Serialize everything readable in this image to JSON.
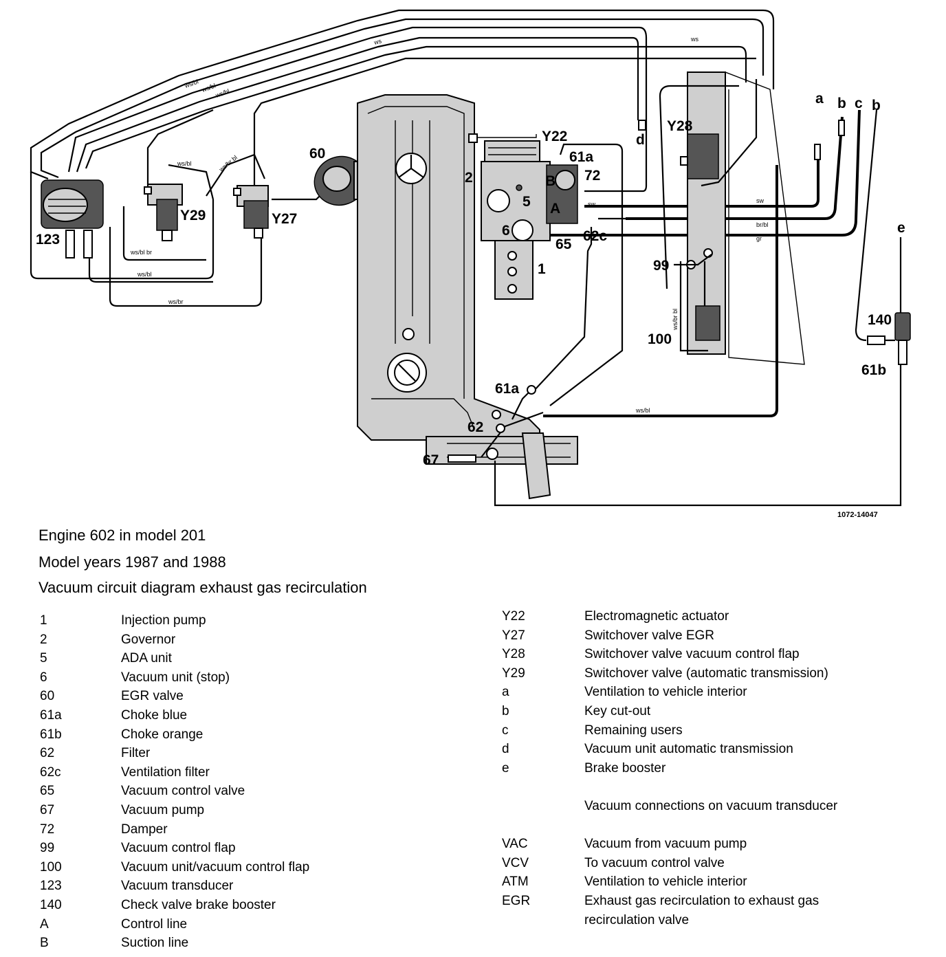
{
  "diagram": {
    "labels": {
      "c123": "123",
      "cY29": "Y29",
      "cY27": "Y27",
      "c60": "60",
      "cY22": "Y22",
      "c2": "2",
      "c5": "5",
      "c6": "6",
      "c1": "1",
      "c61a_top": "61a",
      "c72": "72",
      "cB": "B",
      "cA": "A",
      "c65": "65",
      "c62c": "62c",
      "cd": "d",
      "cY28": "Y28",
      "c99": "99",
      "c100": "100",
      "ca": "a",
      "cb1": "b",
      "cc": "c",
      "cb2": "b",
      "ce": "e",
      "c140": "140",
      "c61b": "61b",
      "c61a_bottom": "61a",
      "c62": "62",
      "c67": "67"
    },
    "wire_colors": {
      "w1": "ws/bl",
      "w2": "ws/bl",
      "w3": "ws/bl",
      "w4": "ws/br",
      "w5": "ws/bl",
      "w6": "ws/bl br",
      "w7": "ws",
      "w8": "ws",
      "w9": "ws",
      "w10": "sw",
      "w11": "sw",
      "w12": "br/bl",
      "w13": "gr",
      "w14": "ws/bl",
      "w15": "ws/br bl"
    },
    "doc_number": "1072-14047"
  },
  "title": {
    "line1": "Engine 602 in model 201",
    "line2": "Model years 1987 and 1988",
    "line3": "Vacuum circuit diagram exhaust gas recirculation"
  },
  "legend_left": [
    {
      "key": "1",
      "text": "Injection pump"
    },
    {
      "key": "2",
      "text": "Governor"
    },
    {
      "key": "5",
      "text": "ADA unit"
    },
    {
      "key": "6",
      "text": "Vacuum unit (stop)"
    },
    {
      "key": "60",
      "text": "EGR valve"
    },
    {
      "key": "61a",
      "text": "Choke blue"
    },
    {
      "key": "61b",
      "text": "Choke orange"
    },
    {
      "key": "62",
      "text": "Filter"
    },
    {
      "key": "62c",
      "text": "Ventilation filter"
    },
    {
      "key": "65",
      "text": "Vacuum control valve"
    },
    {
      "key": "67",
      "text": "Vacuum pump"
    },
    {
      "key": "72",
      "text": "Damper"
    },
    {
      "key": "99",
      "text": "Vacuum control flap"
    },
    {
      "key": "100",
      "text": "Vacuum unit/vacuum control flap"
    },
    {
      "key": "123",
      "text": "Vacuum transducer"
    },
    {
      "key": "140",
      "text": "Check valve brake booster"
    },
    {
      "key": "A",
      "text": "Control line"
    },
    {
      "key": "B",
      "text": "Suction line"
    }
  ],
  "legend_right": [
    {
      "key": "Y22",
      "text": "Electromagnetic actuator"
    },
    {
      "key": "Y27",
      "text": "Switchover valve EGR"
    },
    {
      "key": "Y28",
      "text": "Switchover valve vacuum control flap"
    },
    {
      "key": "Y29",
      "text": "Switchover valve (automatic transmission)"
    },
    {
      "key": "a",
      "text": "Ventilation to vehicle interior"
    },
    {
      "key": "b",
      "text": "Key cut-out"
    },
    {
      "key": "c",
      "text": "Remaining users"
    },
    {
      "key": "d",
      "text": "Vacuum unit automatic transmission"
    },
    {
      "key": "e",
      "text": "Brake booster"
    }
  ],
  "transducer": {
    "heading": "Vacuum connections on vacuum transducer",
    "items": [
      {
        "key": "VAC",
        "text": "Vacuum from vacuum pump"
      },
      {
        "key": "VCV",
        "text": "To vacuum control valve"
      },
      {
        "key": "ATM",
        "text": "Ventilation to vehicle interior"
      },
      {
        "key": "EGR",
        "text": "Exhaust gas recirculation to exhaust gas recirculation valve"
      }
    ]
  }
}
